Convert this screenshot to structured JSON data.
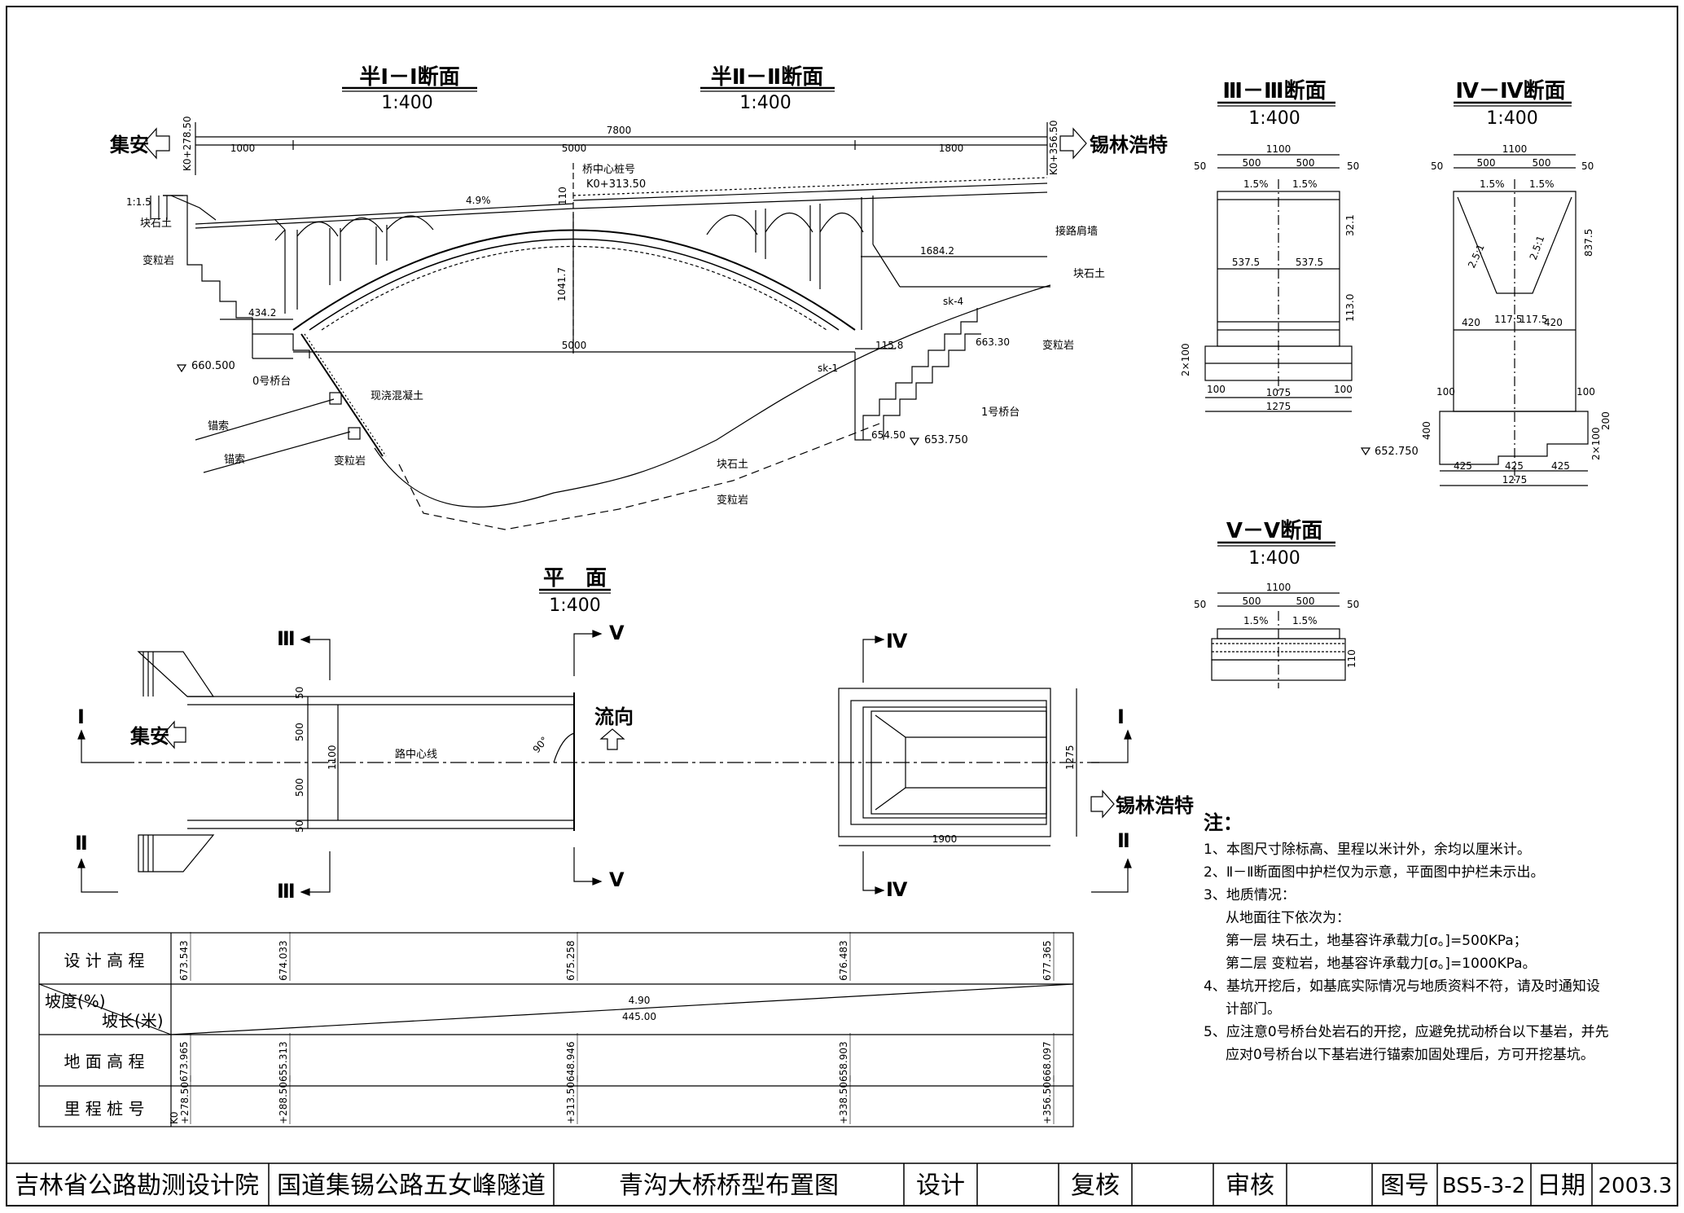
{
  "drawing": {
    "sec1": {
      "title": "半Ⅰ－Ⅰ断面",
      "scale": "1:400"
    },
    "sec2": {
      "title": "半Ⅱ－Ⅱ断面",
      "scale": "1:400"
    },
    "sec3": {
      "title": "Ⅲ－Ⅲ断面",
      "scale": "1:400"
    },
    "sec4": {
      "title": "Ⅳ－Ⅳ断面",
      "scale": "1:400"
    },
    "sec5": {
      "title": "Ⅴ－Ⅴ断面",
      "scale": "1:400"
    },
    "plan": {
      "title": "平　面",
      "scale": "1:400"
    }
  },
  "elevation": {
    "left_dir": "集安",
    "right_dir": "锡林浩特",
    "left_chain": "K0+278.50",
    "right_chain": "K0+356.50",
    "total": "7800",
    "d_left": "1000",
    "d_mid": "5000",
    "d_right": "1800",
    "center_label": "桥中心桩号",
    "center_chain": "K0+313.50",
    "grade": "4.9%",
    "h110": "110",
    "rise": "1041.7",
    "span": "5000",
    "d1684": "1684.2",
    "d434": "434.2",
    "d1158": "115.8",
    "slope": "1:1.5",
    "soil1": "块石土",
    "rock1": "变粒岩",
    "elev_left": "660.500",
    "abut0": "0号桥台",
    "concrete": "现浇混凝土",
    "anchor1": "锚索",
    "anchor2": "锚索",
    "rock2": "变粒岩",
    "sk4": "sk-4",
    "sk1": "sk-1",
    "e663": "663.30",
    "e654": "654.50",
    "e653": "653.750",
    "abut1": "1号桥台",
    "retain": "接路肩墙",
    "soil2": "块石土",
    "rock3": "变粒岩",
    "soil3": "块石土",
    "rock4": "变粒岩"
  },
  "sec3": {
    "w": "1100",
    "m1": "50",
    "m2": "500",
    "m3": "500",
    "m4": "50",
    "s1": "1.5%",
    "s2": "1.5%",
    "h321": "32.1",
    "w537a": "537.5",
    "w537b": "537.5",
    "h113": "113.0",
    "h2x100": "2×100",
    "b100a": "100",
    "b1075": "1075",
    "b100b": "100",
    "b1275": "1275"
  },
  "sec4": {
    "w": "1100",
    "m1": "50",
    "m2": "500",
    "m3": "500",
    "m4": "50",
    "s1": "1.5%",
    "s2": "1.5%",
    "sl1": "2.5:1",
    "sl2": "2.5:1",
    "h837": "837.5",
    "w420a": "420",
    "w1175a": "117.5",
    "w1175b": "117.5",
    "w420b": "420",
    "b100a": "100",
    "b100b": "100",
    "h400": "400",
    "h200": "200",
    "h2x100": "2×100",
    "e652": "652.750",
    "f425a": "425",
    "f425b": "425",
    "f425c": "425",
    "f1275": "1275"
  },
  "sec5": {
    "w": "1100",
    "m1": "50",
    "m2": "500",
    "m3": "500",
    "m4": "50",
    "s1": "1.5%",
    "s2": "1.5%",
    "h110": "110"
  },
  "plan": {
    "iii_a": "Ⅲ",
    "iii_b": "Ⅲ",
    "v_a": "V",
    "v_b": "V",
    "iv_a": "Ⅳ",
    "iv_b": "Ⅳ",
    "i_a": "Ⅰ",
    "i_b": "Ⅰ",
    "ii_a": "Ⅱ",
    "ii_b": "Ⅱ",
    "left_dir": "集安",
    "right_dir": "锡林浩特",
    "flow": "流向",
    "centerline": "路中心线",
    "angle": "90°",
    "d50a": "50",
    "d500a": "500",
    "d500b": "500",
    "d50b": "50",
    "d1100": "1100",
    "d1275": "1275",
    "d1900": "1900"
  },
  "notes": {
    "heading": "注：",
    "lines": [
      "1、本图尺寸除标高、里程以米计外，余均以厘米计。",
      "2、Ⅱ－Ⅱ断面图中护栏仅为示意，平面图中护栏未示出。",
      "3、地质情况：",
      "从地面往下依次为：",
      "第一层  块石土，地基容许承载力[σ。]=500KPa；",
      "第二层  变粒岩，地基容许承载力[σ。]=1000KPa。",
      "4、基坑开挖后，如基底实际情况与地质资料不符，请及时通知设",
      "计部门。",
      "5、应注意0号桥台处岩石的开挖，应避免扰动桥台以下基岩，并先",
      "应对0号桥台以下基岩进行锚索加固处理后，方可开挖基坑。"
    ]
  },
  "profile_table": {
    "row_design": "设 计 高 程",
    "row_slope_top": "坡度(%)",
    "row_slope_bottom": "坡长(米)",
    "row_ground": "地 面 高 程",
    "row_chain": "里 程 桩 号",
    "design": [
      "673.543",
      "674.033",
      "675.258",
      "676.483",
      "677.365"
    ],
    "ground": [
      "673.965",
      "655.313",
      "648.946",
      "658.903",
      "668.097"
    ],
    "chain": [
      "K0\n+278.50",
      "+288.50",
      "+313.50",
      "+338.50",
      "+356.50"
    ],
    "slope": "4.90",
    "length": "445.00"
  },
  "title_block": {
    "org": "吉林省公路勘测设计院",
    "project": "国道集锡公路五女峰隧道",
    "drawing": "青沟大桥桥型布置图",
    "design": "设计",
    "check": "复核",
    "review": "审核",
    "no_label": "图号",
    "no": "BS5-3-2",
    "date_label": "日期",
    "date": "2003.3"
  }
}
